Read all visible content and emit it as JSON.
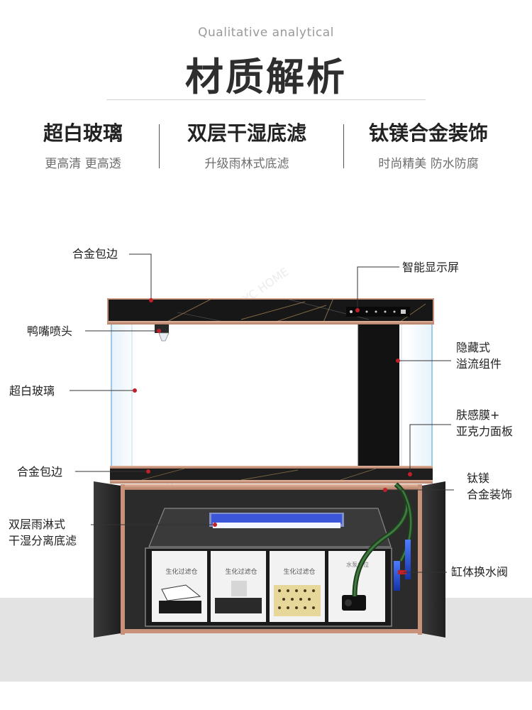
{
  "header": {
    "en_title": "Qualitative analytical",
    "title": "材质解析"
  },
  "features": [
    {
      "title": "超白玻璃",
      "sub": "更高清 更高透"
    },
    {
      "title": "双层干湿底滤",
      "sub": "升级雨林式底滤"
    },
    {
      "title": "钛镁合金装饰",
      "sub": "时尚精美 防水防腐"
    }
  ],
  "callouts": {
    "top_trim": "合金包边",
    "duckbill": "鸭嘴喷头",
    "glass": "超白玻璃",
    "bottom_trim": "合金包边",
    "filter_line1": "双层雨淋式",
    "filter_line2": "干湿分离底滤",
    "display": "智能显示屏",
    "overflow_line1": "隐藏式",
    "overflow_line2": "溢流组件",
    "panel_line1": "肤感膜+",
    "panel_line2": "亚克力面板",
    "alloy_line1": "钛镁",
    "alloy_line2": "合金装饰",
    "valve": "缸体换水阀"
  },
  "filter_boxes": {
    "box1": "生化过滤仓",
    "box2": "生化过滤仓",
    "box3": "生化过滤仓",
    "box4": "水泵水位"
  },
  "watermark": "XXYC HOME",
  "colors": {
    "trim": "#c8927a",
    "tank_black": "#1a1a1a",
    "accent_red": "#c0202a",
    "pipe_green": "#2a5a2a",
    "pipe_blue": "#1e4fd8"
  }
}
